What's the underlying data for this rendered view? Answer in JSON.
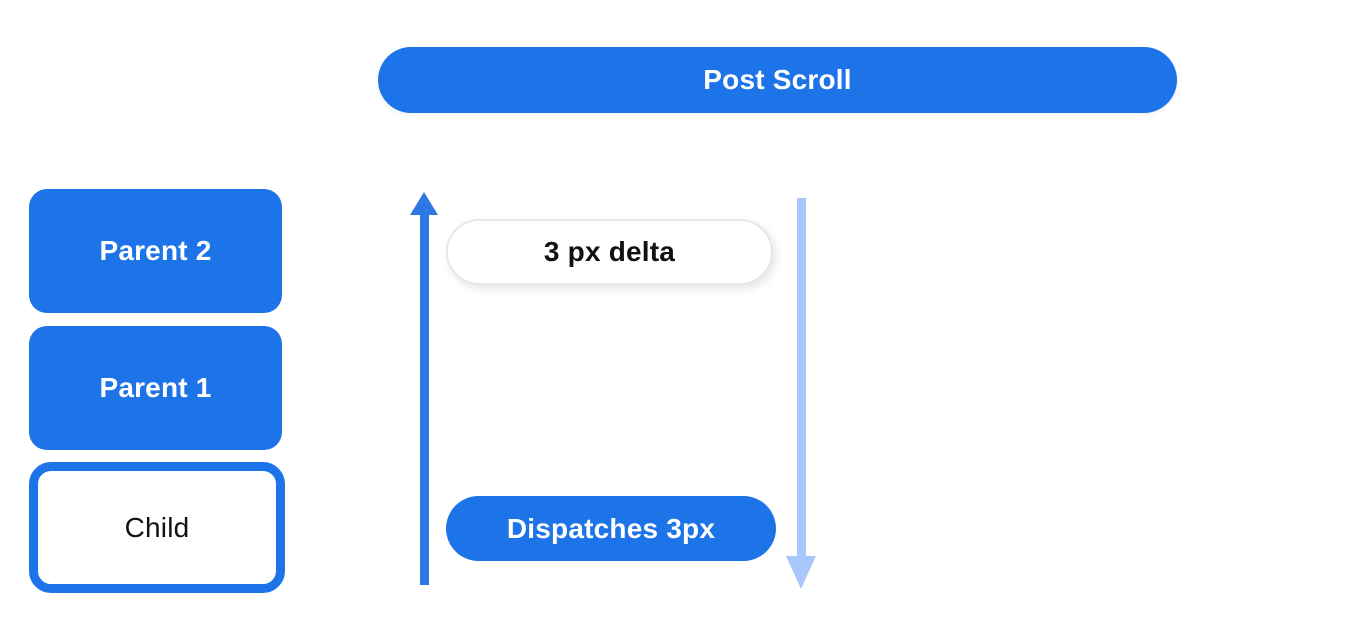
{
  "figure": {
    "post_scroll_label": "Post Scroll",
    "stack": {
      "parent2_label": "Parent 2",
      "parent1_label": "Parent 1",
      "child_label": "Child"
    },
    "flow": {
      "delta_label": "3 px delta",
      "dispatch_label": "Dispatches 3px"
    }
  },
  "icons": {
    "up_arrow": "up-arrow-icon (solid blue vertical arrow pointing up, css triangle + shaft)",
    "down_arrow": "down-arrow-icon (light blue vertical arrow pointing down, css triangle + shaft)"
  },
  "colors": {
    "primary_blue": "#1d73e8",
    "arrow_blue": "#2e78e5",
    "light_blue": "#a9c7fa",
    "pill_border": "#e7e7e7",
    "text_dark": "#111111",
    "text_light": "#ffffff",
    "background": "#ffffff"
  }
}
